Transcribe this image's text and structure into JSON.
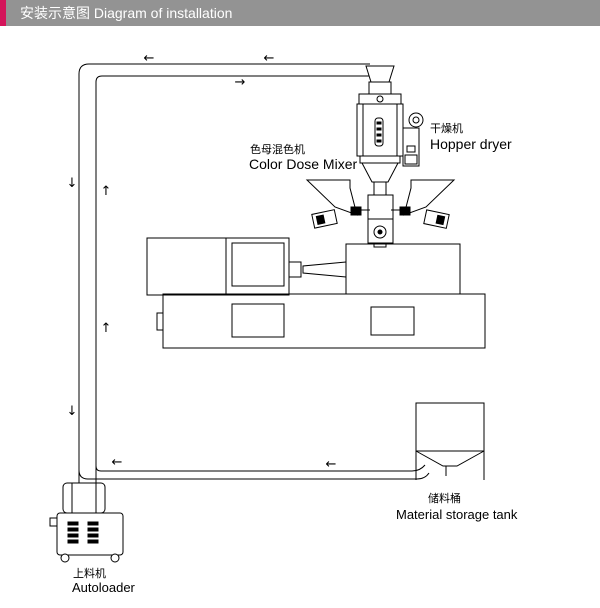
{
  "header": {
    "title": "安装示意图 Diagram of installation",
    "accent_color": "#d4145a",
    "background_color": "#939393"
  },
  "labels": {
    "color_dose_mixer_zh": "色母混色机",
    "color_dose_mixer_en": "Color Dose Mixer",
    "hopper_dryer_zh": "干燥机",
    "hopper_dryer_en": "Hopper dryer",
    "material_storage_tank_zh": "储料桶",
    "material_storage_tank_en": "Material storage tank",
    "autoloader_zh": "上料机",
    "autoloader_en": "Autoloader"
  },
  "flow_arrows": {
    "top_return": "←",
    "top_feed": "→",
    "down": "↓",
    "up": "↑",
    "bottom_return": "←"
  }
}
